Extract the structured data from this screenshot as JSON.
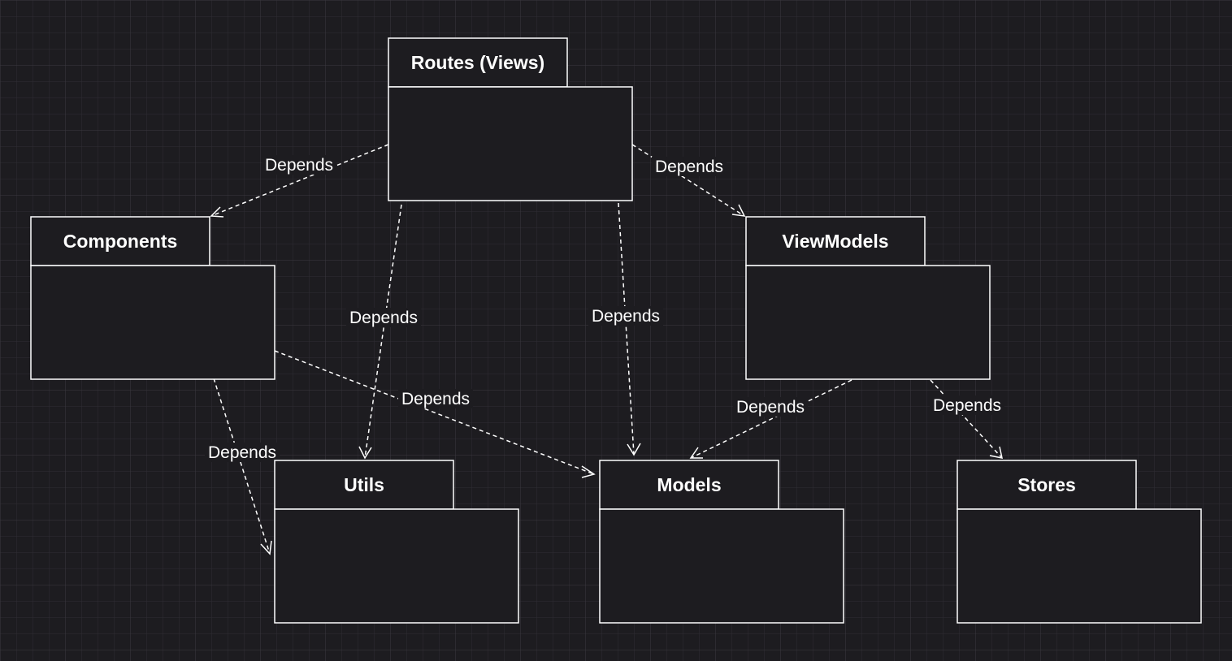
{
  "diagram": {
    "type": "uml-package-dependency",
    "background": "#1d1c20",
    "stroke_color": "#ffffff",
    "packages": [
      {
        "id": "routes",
        "label": "Routes (Views)"
      },
      {
        "id": "components",
        "label": "Components"
      },
      {
        "id": "viewmodels",
        "label": "ViewModels"
      },
      {
        "id": "utils",
        "label": "Utils"
      },
      {
        "id": "models",
        "label": "Models"
      },
      {
        "id": "stores",
        "label": "Stores"
      }
    ],
    "edges": [
      {
        "from": "routes",
        "to": "components",
        "label": "Depends"
      },
      {
        "from": "routes",
        "to": "viewmodels",
        "label": "Depends"
      },
      {
        "from": "routes",
        "to": "utils",
        "label": "Depends"
      },
      {
        "from": "routes",
        "to": "models",
        "label": "Depends"
      },
      {
        "from": "components",
        "to": "models",
        "label": "Depends"
      },
      {
        "from": "components",
        "to": "utils",
        "label": "Depends"
      },
      {
        "from": "viewmodels",
        "to": "models",
        "label": "Depends"
      },
      {
        "from": "viewmodels",
        "to": "stores",
        "label": "Depends"
      }
    ]
  }
}
